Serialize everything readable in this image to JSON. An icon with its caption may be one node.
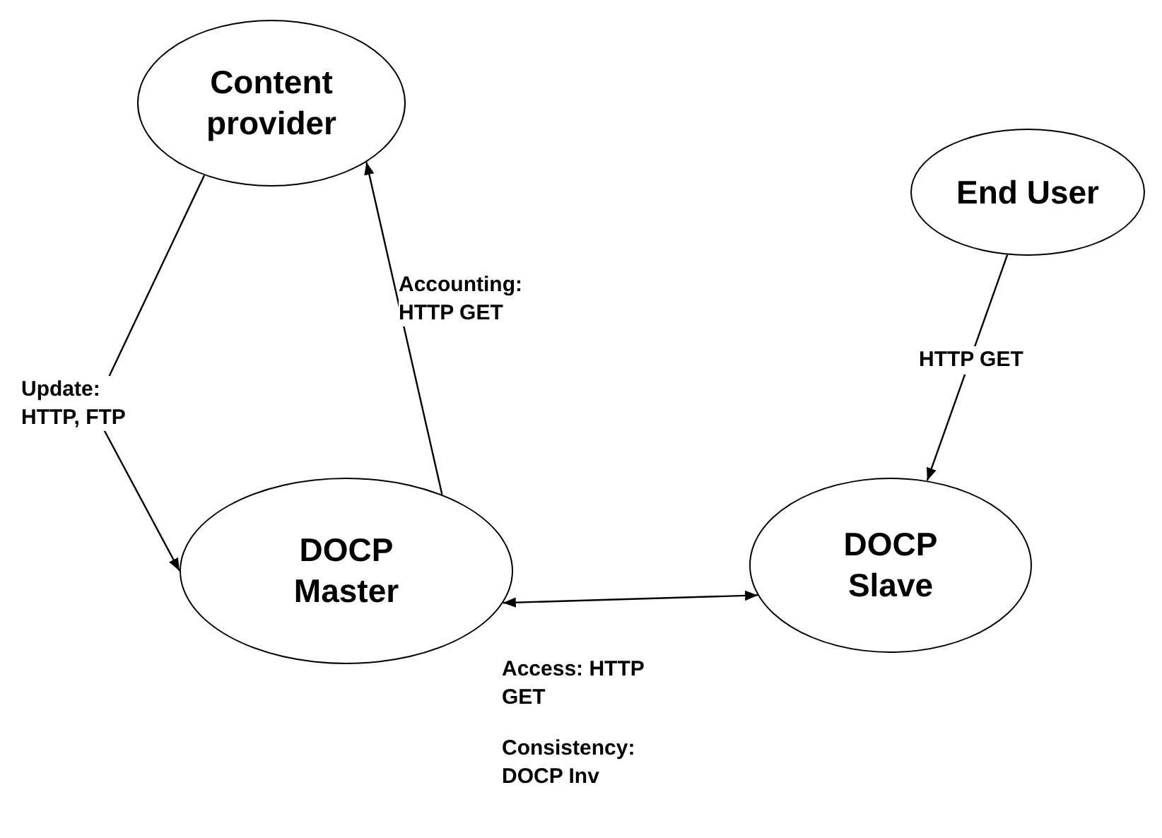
{
  "diagram": {
    "nodes": [
      {
        "text": [
          "Content provider"
        ]
      },
      {
        "text": [
          "End User"
        ]
      },
      {
        "text": [
          "DOCP Master"
        ]
      },
      {
        "text": [
          "DOCP Slave"
        ]
      }
    ],
    "edges": [
      {
        "from": 0,
        "to": 2,
        "arrow": "to",
        "label": "Update: HTTP, FTP"
      },
      {
        "from": 2,
        "to": 0,
        "arrow": "to",
        "label": "Accounting: HTTP GET"
      },
      {
        "from": 1,
        "to": 3,
        "arrow": "to",
        "label": "HTTP GET"
      },
      {
        "from": 2,
        "to": 3,
        "arrow": "both",
        "label": "Access: HTTP GET"
      }
    ],
    "labels": [
      "Consistency: DOCP Inv"
    ]
  }
}
